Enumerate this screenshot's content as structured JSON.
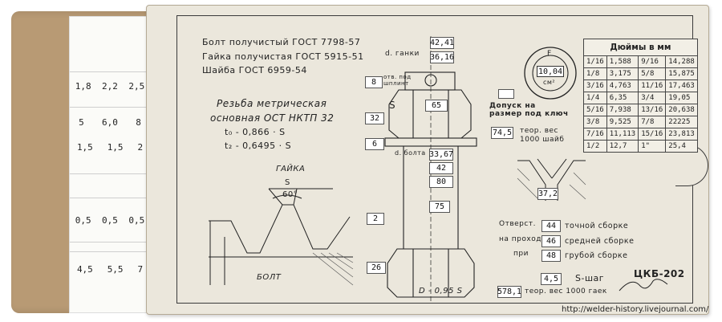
{
  "slide": {
    "rows": [
      [
        "1,8",
        "2,2",
        "2,5"
      ],
      [
        "5",
        "6,0",
        "8"
      ],
      [
        "1,5",
        "1,5",
        "2"
      ],
      [
        "0,5",
        "0,5",
        "0,5"
      ],
      [
        "4,5",
        "5,5",
        "7"
      ]
    ]
  },
  "header": {
    "line1": "Болт получистый   ГОСТ 7798-57",
    "line2": "Гайка получистая   ГОСТ 5915-51",
    "line3": "Шайба            ГОСТ 6959-54"
  },
  "thread": {
    "title1": "Резьба метрическая",
    "title2": "основная ОСТ НКТП 32",
    "f1": "t₀ - 0,866 · S",
    "f2": "t₂ - 0,6495 · S",
    "nut_label": "ГАЙКА",
    "pitch": "S",
    "angle": "60°",
    "bolt_label": "БОЛТ"
  },
  "bolt": {
    "key_label": "d. ганки",
    "win_top1": "42,41",
    "win_top2": "36,16",
    "pin_label": "отв. под шплинт",
    "win_pin": "8",
    "s_label": "S",
    "win_s": "65",
    "win_32": "32",
    "win_6": "6",
    "win_3367": "33,67",
    "bolt_d_label": "d. болта",
    "win_42": "42",
    "win_80": "80",
    "win_75": "75",
    "win_2": "2",
    "win_26": "26",
    "d_label": "D - 0,95 S"
  },
  "right": {
    "tolerance": "Допуск на размер под ключ",
    "win_tol": "",
    "weight_win": "74,5",
    "weight_text": "теор. вес 1000 шайб",
    "circle_F": "F",
    "circle_val": "10,04",
    "circle_unit": "см²",
    "win_372": "37,2",
    "hole_label1": "Отверст.",
    "hole_label2": "на проход",
    "hole_label3": "при",
    "hole_vals": [
      "44",
      "46",
      "48"
    ],
    "hole_fit": [
      "точной сборке",
      "средней сборке",
      "грубой сборке"
    ],
    "step_win": "4,5",
    "step_label": "S-шаг",
    "nutw_win": "578,1",
    "nutw_text": "теор. вес 1000 гаек",
    "code": "ЦКБ-202"
  },
  "conv": {
    "title": "Дюймы в мм",
    "rows": [
      [
        "1/16",
        "1,588",
        "9/16",
        "14,288"
      ],
      [
        "1/8",
        "3,175",
        "5/8",
        "15,875"
      ],
      [
        "3/16",
        "4,763",
        "11/16",
        "17,463"
      ],
      [
        "1/4",
        "6,35",
        "3/4",
        "19,05"
      ],
      [
        "5/16",
        "7,938",
        "13/16",
        "20,638"
      ],
      [
        "3/8",
        "9,525",
        "7/8",
        "22225"
      ],
      [
        "7/16",
        "11,113",
        "15/16",
        "23,813"
      ],
      [
        "1/2",
        "12,7",
        "1\"",
        "25,4"
      ]
    ]
  },
  "watermark": "http://welder-history.livejournal.com/"
}
